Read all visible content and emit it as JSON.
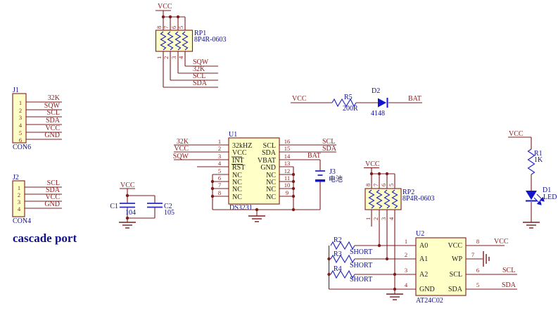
{
  "nets": {
    "vcc": "VCC",
    "gnd": "GND",
    "scl": "SCL",
    "sda": "SDA",
    "sqw": "SQW",
    "clk32": "32K",
    "bat": "BAT"
  },
  "cascade_port_label": "cascade port",
  "rp1": {
    "ref": "RP1",
    "value": "8P4R-0603",
    "top_pins": [
      "8",
      "7",
      "6",
      "5"
    ],
    "bottom_pins": [
      "1",
      "2",
      "3",
      "4"
    ],
    "stub_nets": [
      "SQW",
      "32K",
      "SCL",
      "SDA"
    ]
  },
  "rp2": {
    "ref": "RP2",
    "value": "8P4R-0603",
    "top_pins": [
      "8",
      "7",
      "6",
      "5"
    ],
    "bottom_pins": [
      "1",
      "2",
      "3",
      "4"
    ]
  },
  "j1": {
    "ref": "J1",
    "footprint": "CON6",
    "pins": [
      "1",
      "2",
      "3",
      "4",
      "5",
      "6"
    ],
    "nets": [
      "32K",
      "SQW",
      "SCL",
      "SDA",
      "VCC",
      "GND"
    ]
  },
  "j2": {
    "ref": "J2",
    "footprint": "CON4",
    "pins": [
      "1",
      "2",
      "3",
      "4"
    ],
    "nets": [
      "SCL",
      "SDA",
      "VCC",
      "GND"
    ]
  },
  "c1": {
    "ref": "C1",
    "value": "104"
  },
  "c2": {
    "ref": "C2",
    "value": "105"
  },
  "u1": {
    "ref": "U1",
    "part": "DS3231",
    "left_pins": [
      {
        "num": "1",
        "name": "32kHZ",
        "net": "32K"
      },
      {
        "num": "2",
        "name": "VCC",
        "net": "VCC"
      },
      {
        "num": "3",
        "name": "INT",
        "net": "SQW"
      },
      {
        "num": "4",
        "name": "RST"
      },
      {
        "num": "5",
        "name": "NC"
      },
      {
        "num": "6",
        "name": "NC"
      },
      {
        "num": "7",
        "name": "NC"
      },
      {
        "num": "8",
        "name": "NC"
      }
    ],
    "right_pins": [
      {
        "num": "16",
        "name": "SCL",
        "net": "SCL"
      },
      {
        "num": "15",
        "name": "SDA",
        "net": "SDA"
      },
      {
        "num": "14",
        "name": "VBAT",
        "net": "BAT"
      },
      {
        "num": "13",
        "name": "GND"
      },
      {
        "num": "12",
        "name": "NC"
      },
      {
        "num": "11",
        "name": "NC"
      },
      {
        "num": "10",
        "name": "NC"
      },
      {
        "num": "9",
        "name": "NC"
      }
    ]
  },
  "r5": {
    "ref": "R5",
    "value": "200R"
  },
  "d2": {
    "ref": "D2",
    "value": "4148"
  },
  "j3": {
    "ref": "J3",
    "value": "电池"
  },
  "u2": {
    "ref": "U2",
    "part": "AT24C02",
    "left_pins": [
      {
        "num": "1",
        "name": "A0"
      },
      {
        "num": "2",
        "name": "A1"
      },
      {
        "num": "3",
        "name": "A2"
      },
      {
        "num": "4",
        "name": "GND"
      }
    ],
    "right_pins": [
      {
        "num": "8",
        "name": "VCC",
        "net": "VCC"
      },
      {
        "num": "7",
        "name": "WP"
      },
      {
        "num": "6",
        "name": "SCL",
        "net": "SCL"
      },
      {
        "num": "5",
        "name": "SDA",
        "net": "SDA"
      }
    ]
  },
  "r2": {
    "ref": "R2",
    "value": "SHORT"
  },
  "r3": {
    "ref": "R3",
    "value": "SHORT"
  },
  "r4": {
    "ref": "R4",
    "value": "SHORT"
  },
  "r1": {
    "ref": "R1",
    "value": "1K"
  },
  "d1": {
    "ref": "D1",
    "value": "LED"
  }
}
